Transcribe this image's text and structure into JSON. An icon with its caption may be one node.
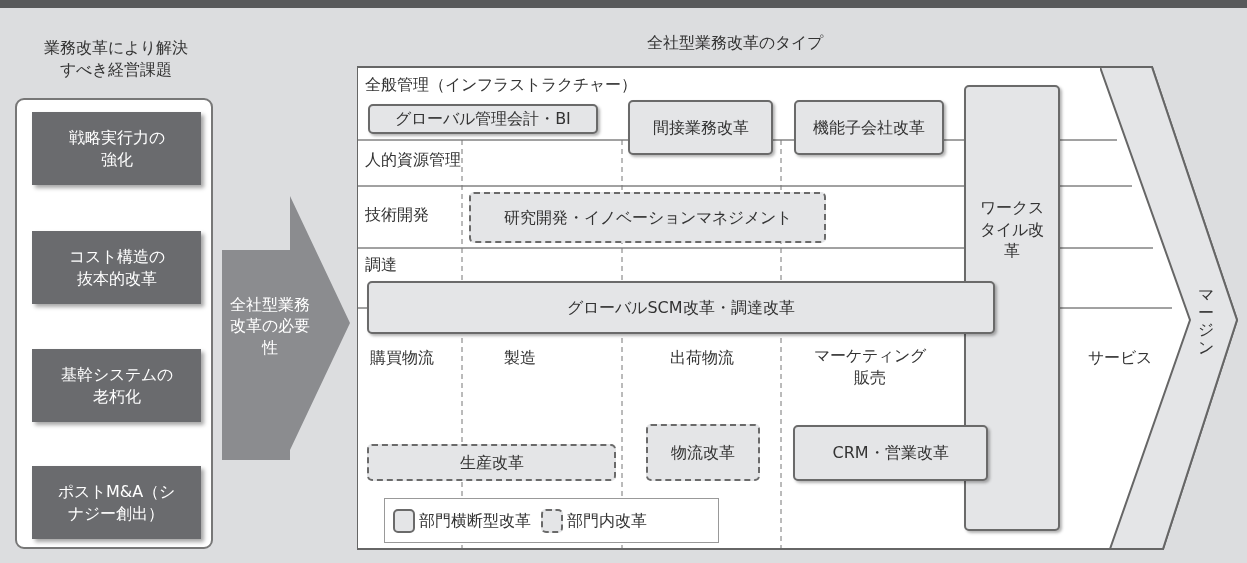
{
  "diagram": {
    "nodes": [
      {
        "text": [
          "業務改革により解決すべき経営課題"
        ]
      },
      {
        "text": [
          "戦略実行力の強化"
        ],
        "in": 0
      },
      {
        "text": [
          "コスト構造の抜本的改革"
        ],
        "in": 0
      },
      {
        "text": [
          "基幹システムの老朽化"
        ],
        "in": 0
      },
      {
        "text": [
          "ポストM&A（シナジー創出）"
        ],
        "in": 0
      },
      {
        "text": [
          "全社型業務改革の必要性"
        ]
      },
      {
        "text": [
          "全社型業務改革のタイプ"
        ]
      },
      {
        "text": [
          "グローバル管理会計・BI"
        ],
        "in": 6
      },
      {
        "text": [
          "間接業務改革"
        ],
        "in": 6
      },
      {
        "text": [
          "機能子会社改革"
        ],
        "in": 6
      },
      {
        "text": [
          "研究開発・イノベーションマネジメント"
        ],
        "in": 6
      },
      {
        "text": [
          "ワークスタイル改革"
        ],
        "in": 6
      },
      {
        "text": [
          "グローバルSCM改革・調達改革"
        ],
        "in": 6
      },
      {
        "text": [
          "生産改革"
        ],
        "in": 6
      },
      {
        "text": [
          "物流改革"
        ],
        "in": 6
      },
      {
        "text": [
          "CRM・営業改革"
        ],
        "in": 6
      },
      {
        "text": [
          "マージン"
        ],
        "in": 6
      }
    ],
    "labels": [
      "全般管理（インフラストラクチャー）",
      "人的資源管理",
      "技術開発",
      "調達",
      "購買物流",
      "製造",
      "出荷物流",
      "マーケティング販売",
      "サービス"
    ],
    "legend": [
      {
        "text": "部門横断型改革"
      },
      {
        "text": "部門内改革"
      }
    ]
  }
}
